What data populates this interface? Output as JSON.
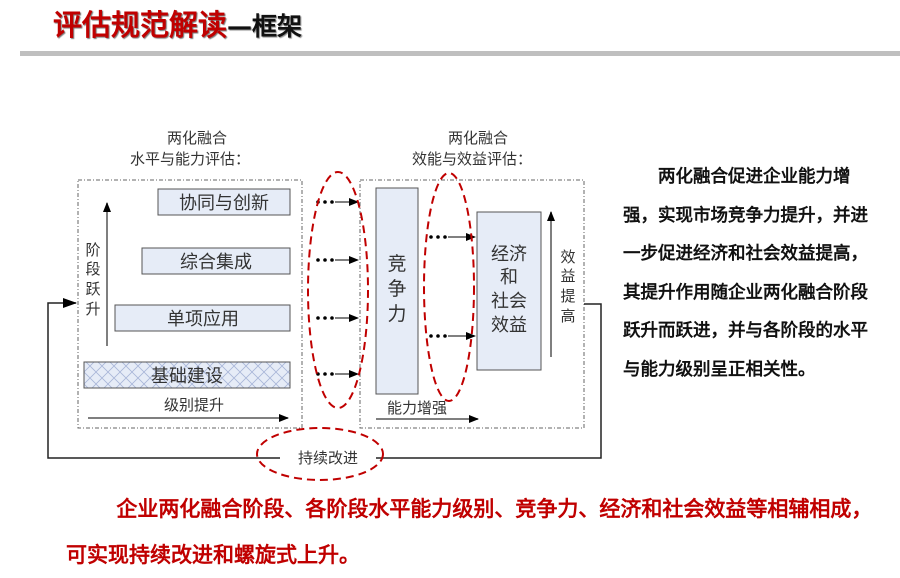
{
  "header": {
    "title_main": "评估规范解读",
    "title_sub": "—框架"
  },
  "colors": {
    "title_red": "#c00000",
    "divider_gray": "#bfbfbf",
    "ellipse_red": "#c00000",
    "box_fill": "#e6ecf7",
    "box_border": "#555555"
  },
  "diagram": {
    "left_panel": {
      "heading_line1": "两化融合",
      "heading_line2": "水平与能力评估：",
      "stage_axis_label": [
        "阶",
        "段",
        "跃",
        "升"
      ],
      "level_axis_label": "级别提升",
      "stages": [
        {
          "label": "协同与创新"
        },
        {
          "label": "综合集成"
        },
        {
          "label": "单项应用"
        },
        {
          "label": "基础建设"
        }
      ]
    },
    "right_panel": {
      "heading_line1": "两化融合",
      "heading_line2": "效能与效益评估：",
      "competitiveness_label": [
        "竞",
        "争",
        "力"
      ],
      "benefit_label": [
        "经济",
        "和",
        "社会",
        "效益"
      ],
      "benefit_axis_label": [
        "效",
        "益",
        "提",
        "高"
      ],
      "capability_axis_label": "能力增强"
    },
    "feedback_label": "持续改进"
  },
  "side_text": "两化融合促进企业能力增强，实现市场竞争力提升，并进一步促进经济和社会效益提高，其提升作用随企业两化融合阶段跃升而跃进，并与各阶段的水平与能力级别呈正相关性。",
  "bottom_text": "企业两化融合阶段、各阶段水平能力级别、竞争力、经济和社会效益等相辅相成，可实现持续改进和螺旋式上升。"
}
